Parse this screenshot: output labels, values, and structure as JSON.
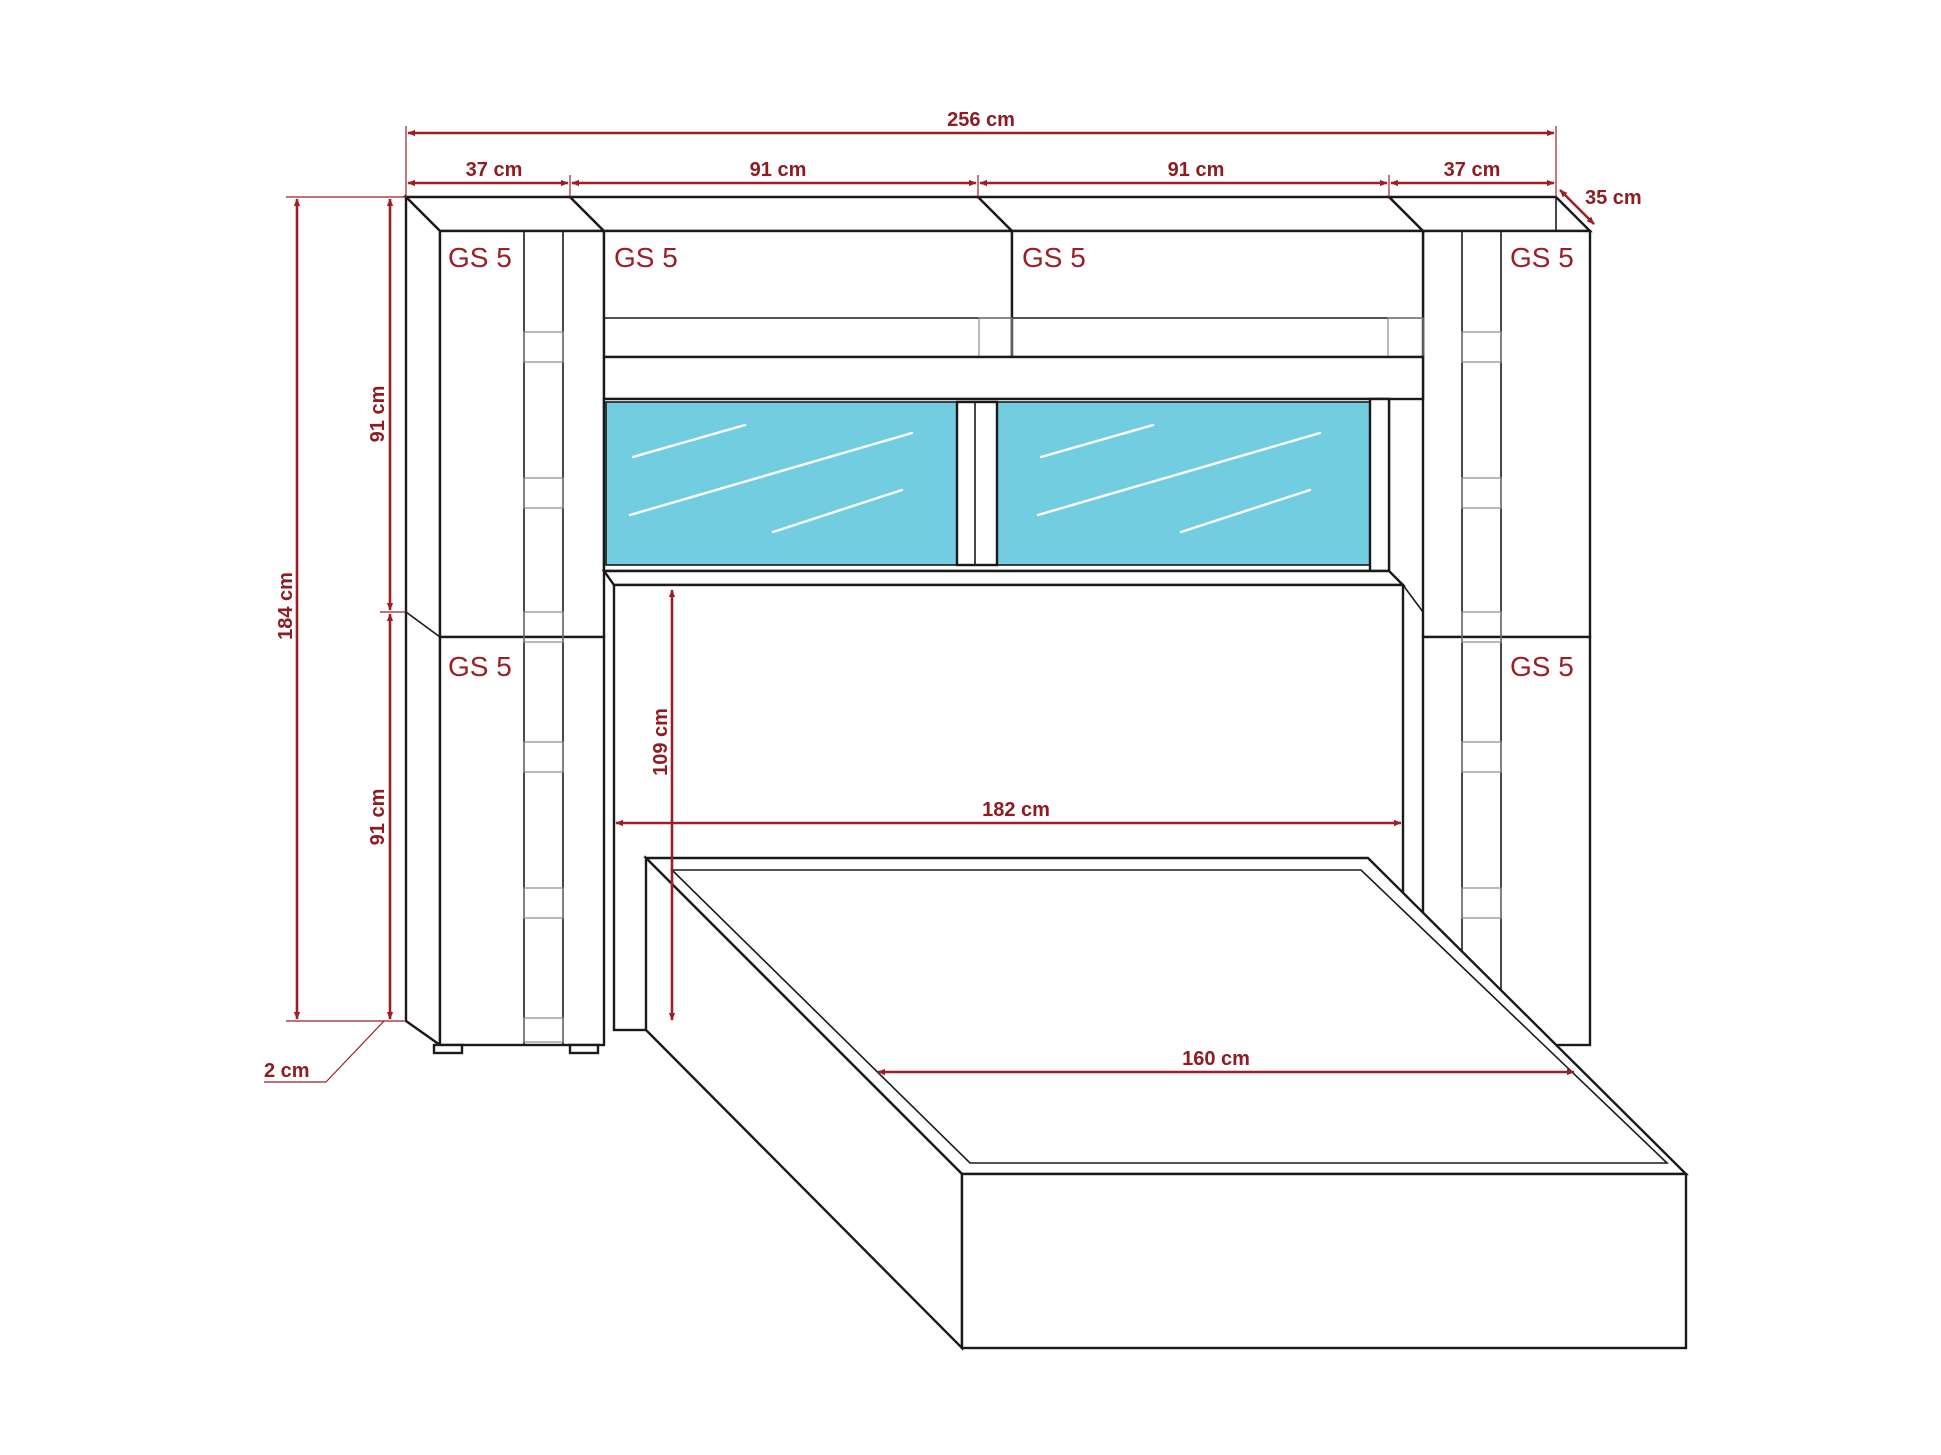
{
  "colors": {
    "dimension": "#9c1f26",
    "outline": "#1a1a1a",
    "glass": "#72cde0"
  },
  "dimensions": {
    "total_width": "256 cm",
    "side_left_width": "37 cm",
    "center_left_width": "91 cm",
    "center_right_width": "91 cm",
    "side_right_width": "37 cm",
    "depth": "35 cm",
    "total_height": "184 cm",
    "upper_height": "91 cm",
    "lower_height": "91 cm",
    "headboard_height": "109 cm",
    "headboard_width": "182 cm",
    "mattress_width": "160 cm",
    "plinth": "2 cm"
  },
  "modules": {
    "top_left": "GS 5",
    "top_center_left": "GS 5",
    "top_center_right": "GS 5",
    "top_right": "GS 5",
    "bottom_left": "GS 5",
    "bottom_right": "GS 5"
  }
}
